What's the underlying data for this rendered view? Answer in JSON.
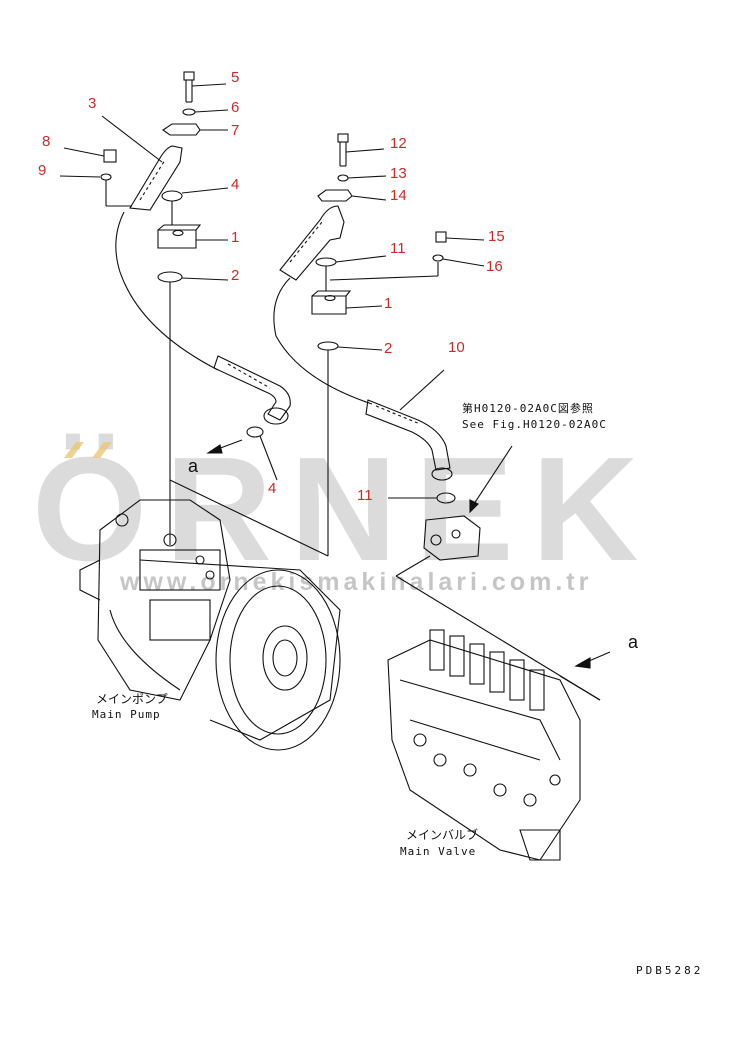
{
  "callouts": [
    {
      "id": "c5",
      "text": "5"
    },
    {
      "id": "c6",
      "text": "6"
    },
    {
      "id": "c7",
      "text": "7"
    },
    {
      "id": "c3",
      "text": "3"
    },
    {
      "id": "c8",
      "text": "8"
    },
    {
      "id": "c9",
      "text": "9"
    },
    {
      "id": "c4a",
      "text": "4"
    },
    {
      "id": "c1a",
      "text": "1"
    },
    {
      "id": "c2a",
      "text": "2"
    },
    {
      "id": "c12",
      "text": "12"
    },
    {
      "id": "c13",
      "text": "13"
    },
    {
      "id": "c14",
      "text": "14"
    },
    {
      "id": "c15",
      "text": "15"
    },
    {
      "id": "c11a",
      "text": "11"
    },
    {
      "id": "c16",
      "text": "16"
    },
    {
      "id": "c1b",
      "text": "1"
    },
    {
      "id": "c2b",
      "text": "2"
    },
    {
      "id": "c10",
      "text": "10"
    },
    {
      "id": "c4b",
      "text": "4"
    },
    {
      "id": "c11b",
      "text": "11"
    }
  ],
  "references": {
    "jp": "第H0120-02A0C図参照",
    "en": "See Fig.H0120-02A0C"
  },
  "labels": {
    "pump_jp": "メインポンプ",
    "pump_en": "Main Pump",
    "valve_jp": "メインバルブ",
    "valve_en": "Main Valve",
    "view_a_left": "a",
    "view_a_right": "a"
  },
  "watermark": {
    "brand": "ÖRNEK",
    "url": "www.ornekismakinalari.com.tr"
  },
  "drawing_code": "PDB5282",
  "colors": {
    "callout": "#cc2a2a",
    "line": "#111111",
    "watermark": "#c4c4c4"
  }
}
